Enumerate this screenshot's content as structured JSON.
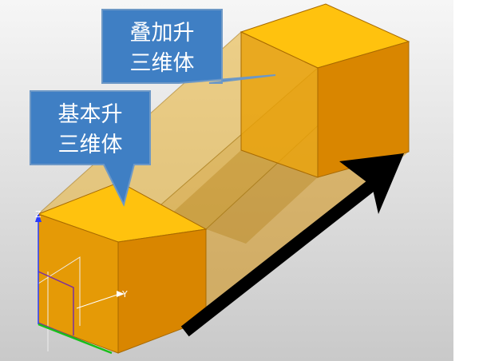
{
  "callouts": {
    "additive": {
      "line1": "叠加升",
      "line2": "三维体"
    },
    "base": {
      "line1": "基本升",
      "line2": "三维体"
    }
  },
  "axes": {
    "z": "Z",
    "y": "Y"
  },
  "colors": {
    "block_top": "#ffc20e",
    "block_front": "#d98600",
    "block_side": "#e59a06",
    "sweep_fill": "#e8b030",
    "callout_fill": "#3f7fc4",
    "callout_stroke": "#6d98c6",
    "arrow": "#000000"
  }
}
